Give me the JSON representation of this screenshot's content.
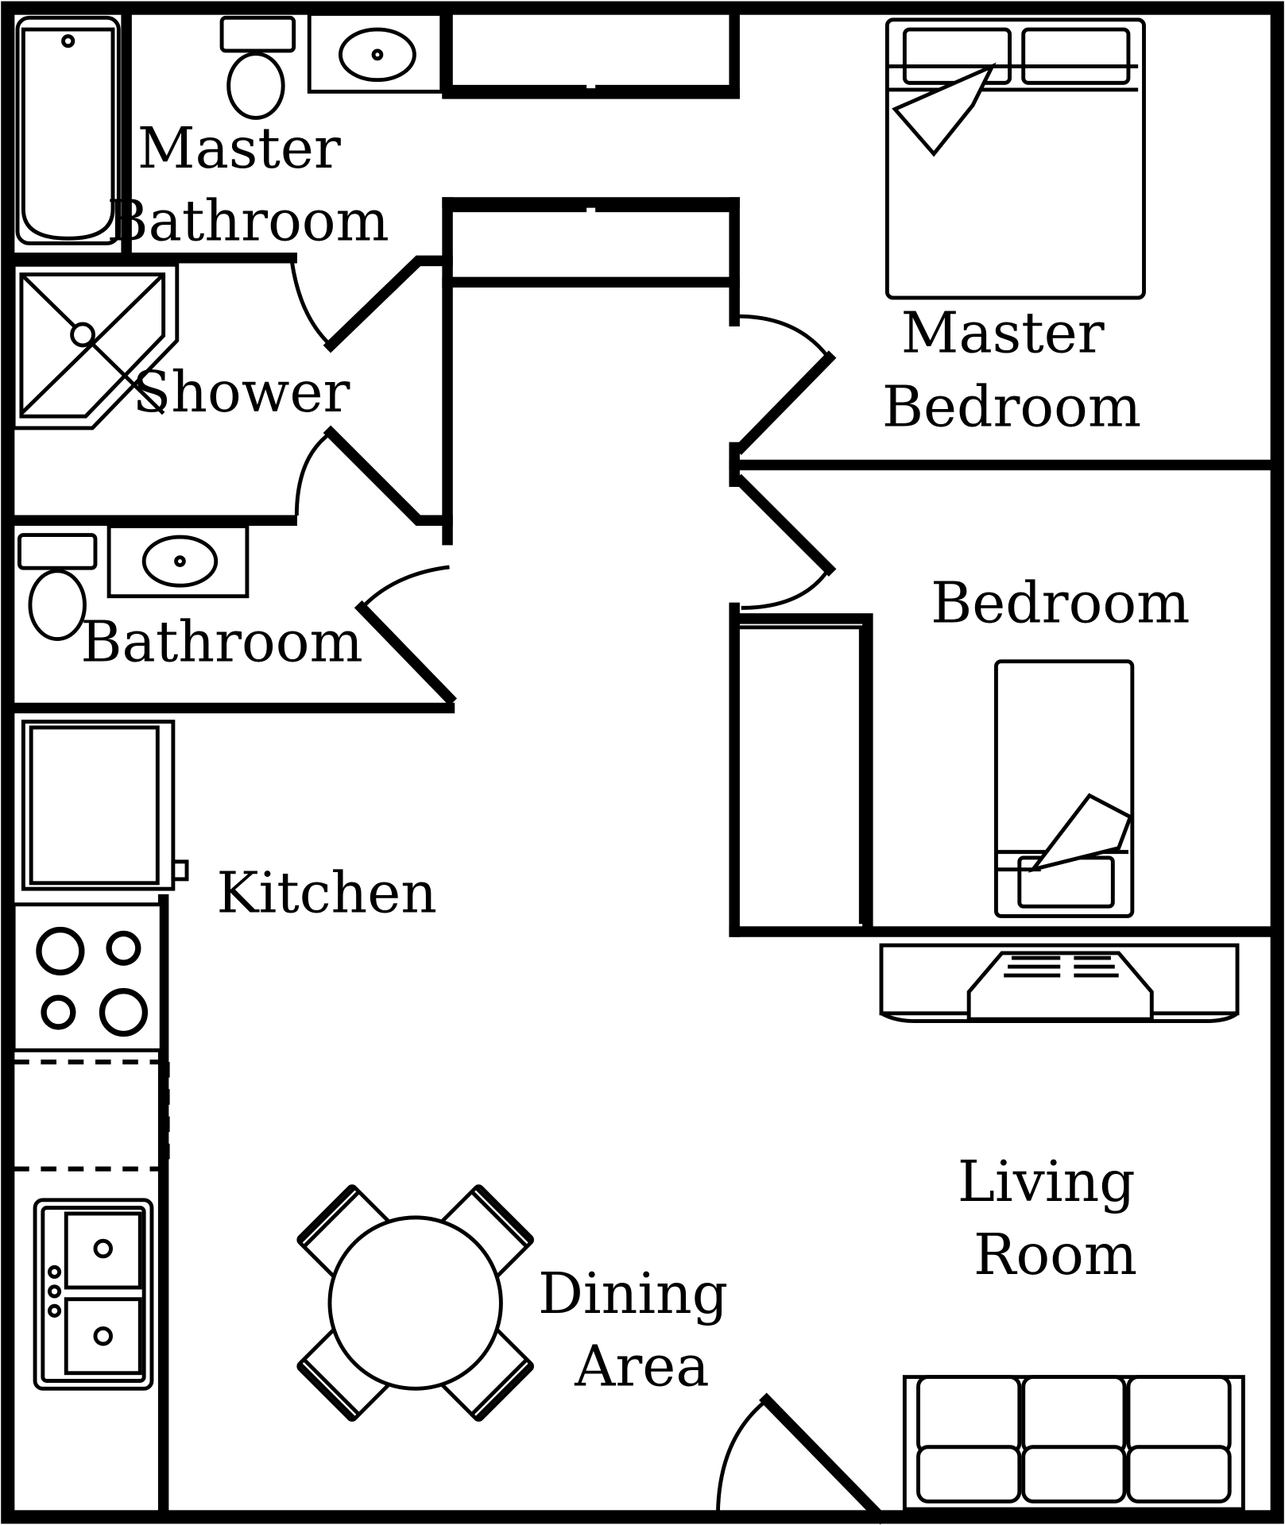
{
  "floor_plan": {
    "rooms": {
      "master_bathroom": [
        "Master",
        "Bathroom"
      ],
      "shower": [
        "Shower"
      ],
      "bathroom": [
        "Bathroom"
      ],
      "kitchen": [
        "Kitchen"
      ],
      "dining_area": [
        "Dining",
        "Area"
      ],
      "master_bedroom": [
        "Master",
        "Bedroom"
      ],
      "bedroom": [
        "Bedroom"
      ],
      "living_room": [
        "Living",
        "Room"
      ]
    }
  }
}
